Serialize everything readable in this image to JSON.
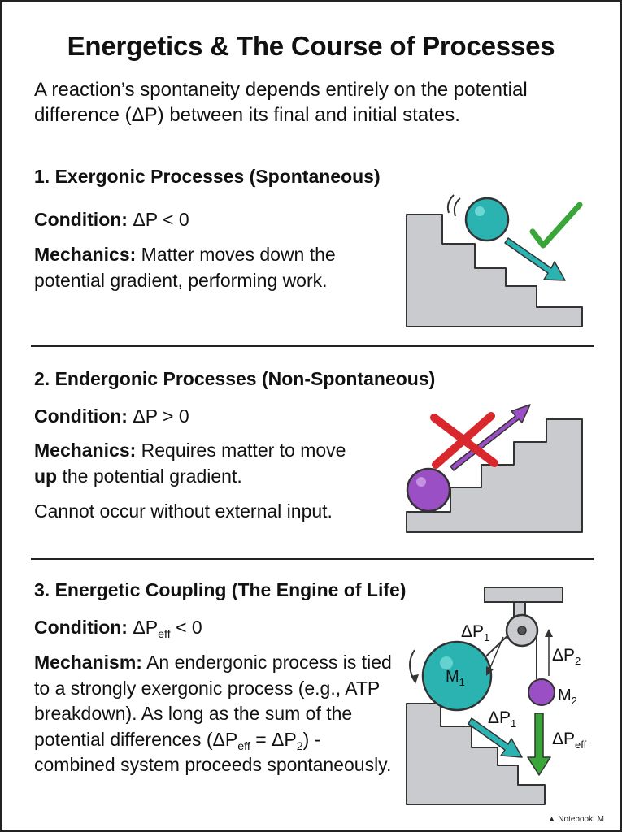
{
  "title": "Energetics & The Course of Processes",
  "intro": "A reaction’s spontaneity depends entirely on the potential difference (ΔP) between its final and initial states.",
  "sections": [
    {
      "heading": "1. Exergonic Processes (Spontaneous)",
      "condition_label": "Condition:",
      "condition_value": "ΔP < 0",
      "mechanics_label": "Mechanics:",
      "mechanics_text": "Matter moves down the potential gradient, performing work."
    },
    {
      "heading": "2. Endergonic Processes (Non-Spontaneous)",
      "condition_label": "Condition:",
      "condition_value": "ΔP > 0",
      "mechanics_label": "Mechanics:",
      "mechanics_text_before": "Requires matter to move",
      "mechanics_emphasis": "up",
      "mechanics_text_after": "the potential gradient.",
      "note": "Cannot occur without external input."
    },
    {
      "heading": "3. Energetic Coupling (The Engine of Life)",
      "condition_label": "Condition:",
      "condition_symbol": "ΔP",
      "condition_sub": "eff",
      "condition_rest": "< 0",
      "mechanism_label": "Mechanism:",
      "mechanism_text_1": "An endergonic process is tied to a strongly exergonic process (e.g., ATP breakdown). As long as the sum of the potential differences (ΔP",
      "mechanism_sub_1": "eff",
      "mechanism_text_2": "= ΔP",
      "mechanism_sub_2": "2",
      "mechanism_text_3": ") - combined system proceeds spontaneously."
    }
  ],
  "diagram3": {
    "delta": "ΔP",
    "sub_1": "1",
    "sub_2": "2",
    "sub_eff": "eff",
    "mass_1": "M",
    "mass_2": "M"
  },
  "colors": {
    "teal": "#2bb3b1",
    "purple": "#9b4fc4",
    "green": "#3aa63a",
    "red": "#d9282d",
    "stairs": "#c9cbce"
  },
  "watermark": "NotebookLM"
}
